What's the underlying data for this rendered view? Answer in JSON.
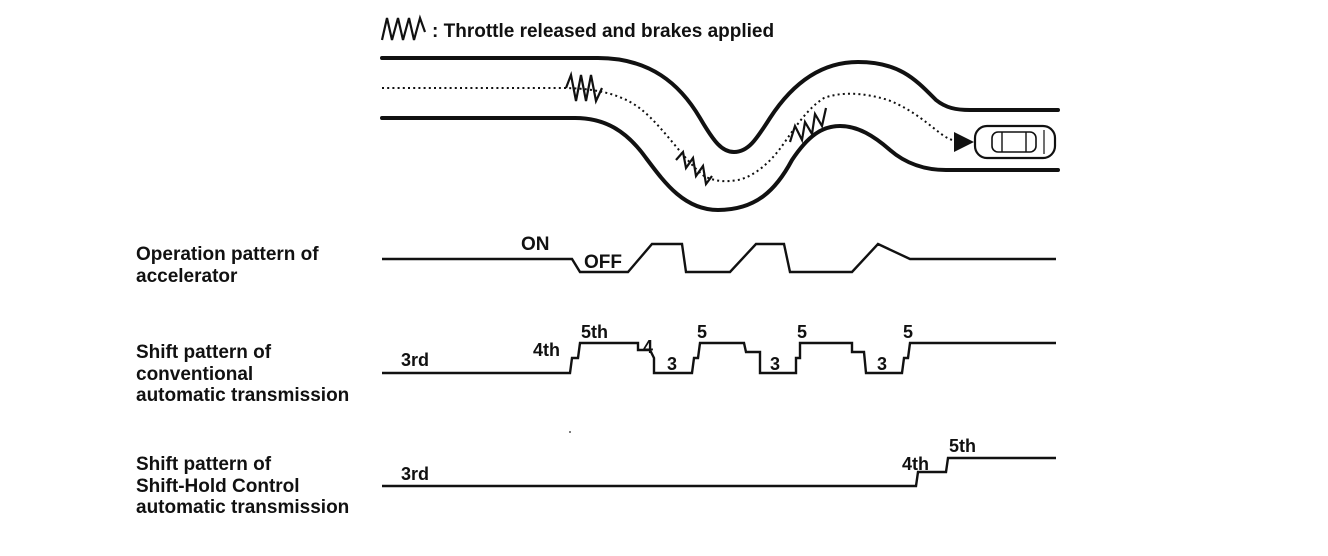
{
  "legend": {
    "icon": "zigzag-icon",
    "text": ": Throttle released and brakes applied"
  },
  "rows": {
    "accelerator": {
      "label_lines": [
        "Operation pattern of",
        "accelerator"
      ],
      "on_label": "ON",
      "off_label": "OFF"
    },
    "conventional": {
      "label_lines": [
        "Shift pattern of",
        "conventional",
        "automatic transmission"
      ],
      "gear_labels": [
        "3rd",
        "4th",
        "5th",
        "4",
        "3",
        "5",
        "3",
        "5",
        "3",
        "5"
      ]
    },
    "shift_hold": {
      "label_lines": [
        "Shift pattern of",
        "Shift-Hold Control",
        "automatic transmission"
      ],
      "gear_labels": [
        "3rd",
        "4th",
        "5th"
      ]
    }
  },
  "colors": {
    "ink": "#111111",
    "background": "#ffffff"
  }
}
